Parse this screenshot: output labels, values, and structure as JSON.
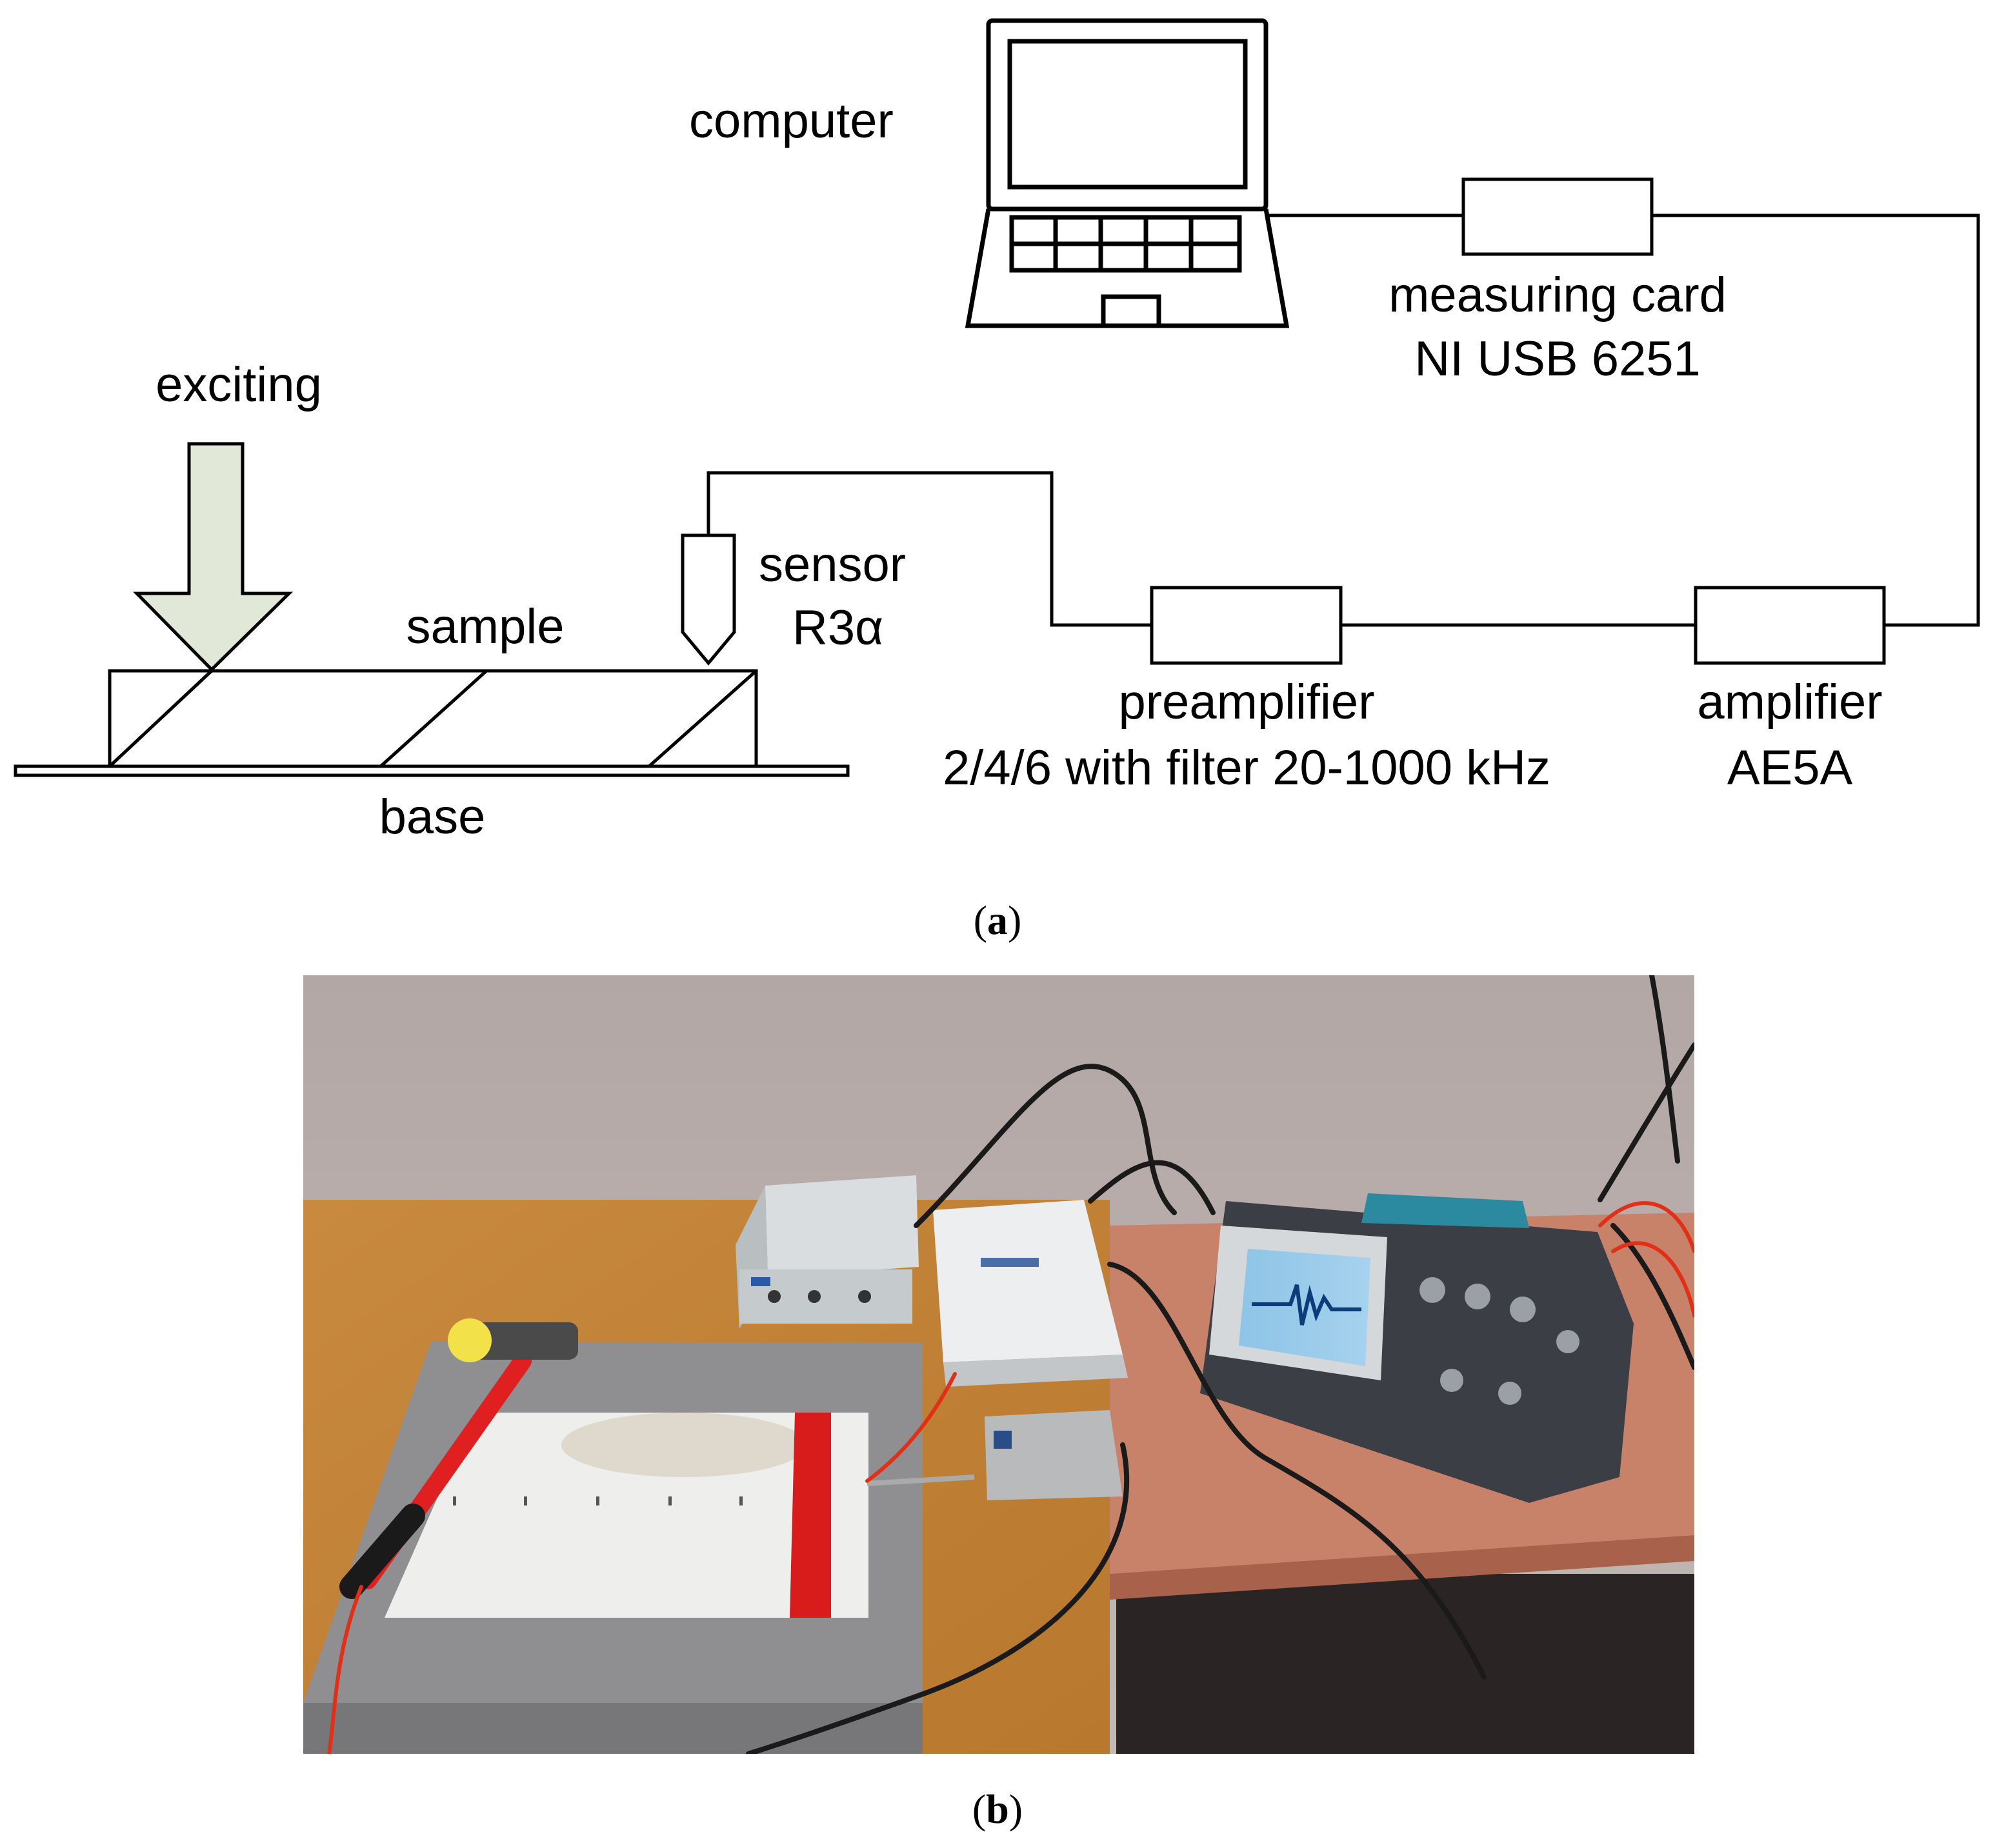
{
  "diagram": {
    "labels": {
      "computer": "computer",
      "measuring_card_line1": "measuring card",
      "measuring_card_line2": "NI USB 6251",
      "exciting": "exciting",
      "sample": "sample",
      "sensor_line1": "sensor",
      "sensor_line2": "R3α",
      "base": "base",
      "preamplifier_line1": "preamplifier",
      "preamplifier_line2": "2/4/6 with filter 20-1000 kHz",
      "amplifier_line1": "amplifier",
      "amplifier_line2": "AE5A"
    },
    "arrow_fill": "#e2e8d8",
    "caption": {
      "open": "(",
      "letter": "a",
      "close": ")"
    }
  },
  "photo": {
    "caption": {
      "open": "(",
      "letter": "b",
      "close": ")"
    }
  }
}
